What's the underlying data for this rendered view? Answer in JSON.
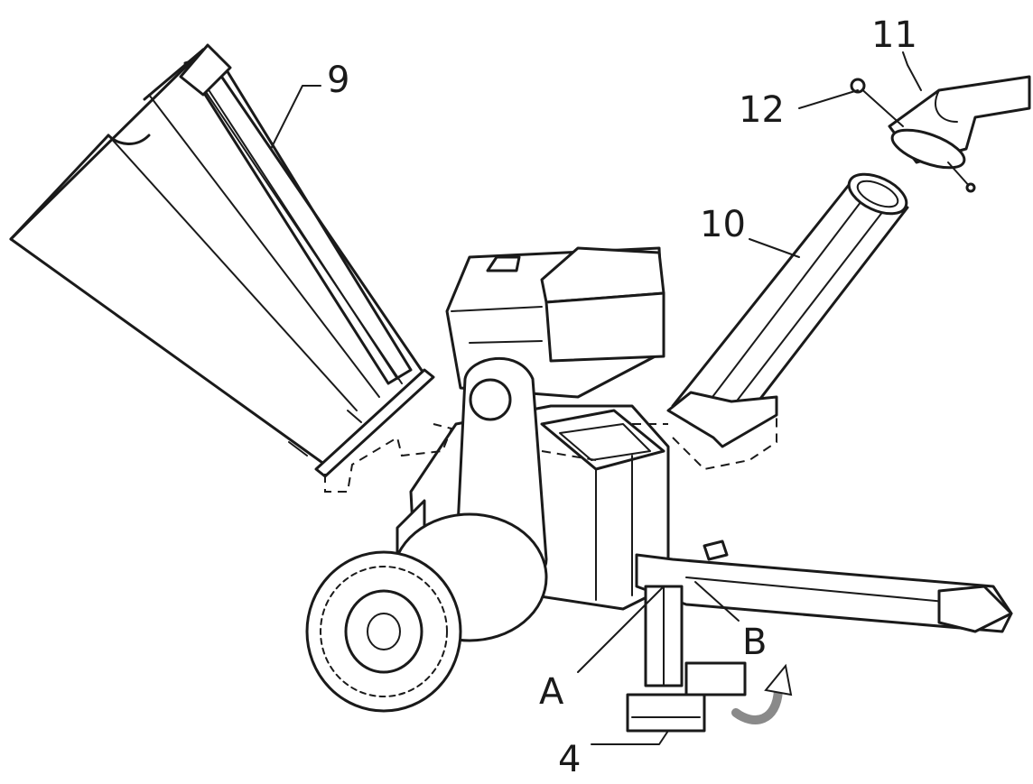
{
  "labels": {
    "hopper": "9",
    "discharge_chute": "10",
    "deflector": "11",
    "knob": "12",
    "point_a": "A",
    "point_b": "B",
    "stand": "4"
  }
}
